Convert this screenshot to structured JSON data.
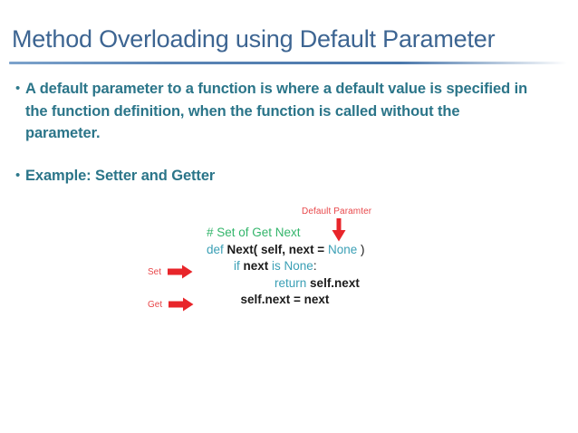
{
  "slide": {
    "title": "Method Overloading using Default Parameter",
    "bullets": [
      {
        "marker": "•",
        "text": "A default parameter to a function is where a default value is specified in the function definition, when the function is called without the parameter."
      },
      {
        "marker": "•",
        "text": "Example: Setter and Getter"
      }
    ],
    "code": {
      "lines": [
        {
          "indent": "",
          "tokens": [
            {
              "text": "# Set of Get Next",
              "kind": "comment"
            }
          ]
        },
        {
          "indent": "",
          "tokens": [
            {
              "text": "def ",
              "kind": "kw"
            },
            {
              "text": "Next( self, next = ",
              "kind": "plain"
            },
            {
              "text": "None",
              "kind": "kw"
            },
            {
              "text": " )",
              "kind": "punct"
            }
          ]
        },
        {
          "indent": "        ",
          "tokens": [
            {
              "text": "if ",
              "kind": "kw"
            },
            {
              "text": "next ",
              "kind": "plain"
            },
            {
              "text": "is None",
              "kind": "kw"
            },
            {
              "text": ":",
              "kind": "punct"
            }
          ]
        },
        {
          "indent": "                    ",
          "tokens": [
            {
              "text": "return ",
              "kind": "kw"
            },
            {
              "text": "self.next",
              "kind": "plain"
            }
          ]
        },
        {
          "indent": "          ",
          "tokens": [
            {
              "text": "self.next = next",
              "kind": "plain"
            }
          ]
        }
      ]
    },
    "annotations": {
      "default_param_label": "Default Paramter",
      "set_label": "Set",
      "get_label": "Get"
    },
    "colors": {
      "title": "#3d6592",
      "body_text": "#2b7589",
      "rule": "#5b85b5",
      "code_keyword": "#3a9fb5",
      "code_comment": "#33b56b",
      "code_plain": "#1b1b1b",
      "annotation_red": "#e8474a",
      "background": "#ffffff"
    }
  }
}
